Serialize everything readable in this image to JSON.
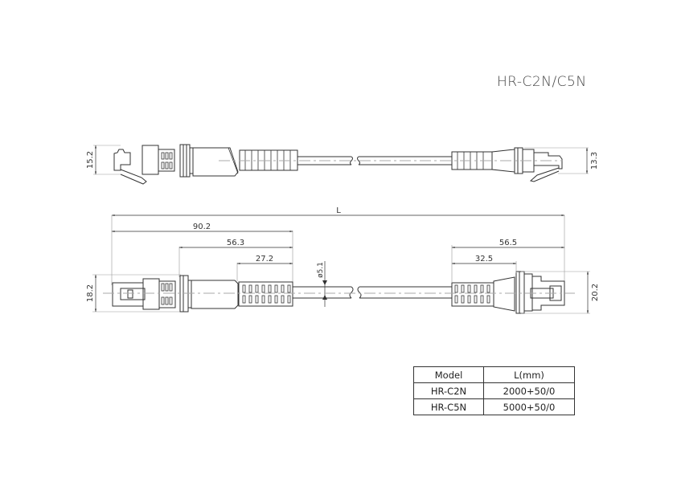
{
  "title": "HR-C2N/C5N",
  "side_view": {
    "left_height": "15.2",
    "right_height": "13.3"
  },
  "top_view": {
    "overall_length_label": "L",
    "dim_90_2": "90.2",
    "dim_56_3": "56.3",
    "dim_27_2": "27.2",
    "cable_diameter": "ø5.1",
    "dim_56_5": "56.5",
    "dim_32_5": "32.5",
    "left_height": "18.2",
    "right_height": "20.2"
  },
  "spec_table": {
    "headers": [
      "Model",
      "L(mm)"
    ],
    "rows": [
      {
        "model": "HR-C2N",
        "length": "2000+50/0"
      },
      {
        "model": "HR-C5N",
        "length": "5000+50/0"
      }
    ]
  },
  "colors": {
    "line": "#333333",
    "centerline": "#aaaaaa"
  }
}
